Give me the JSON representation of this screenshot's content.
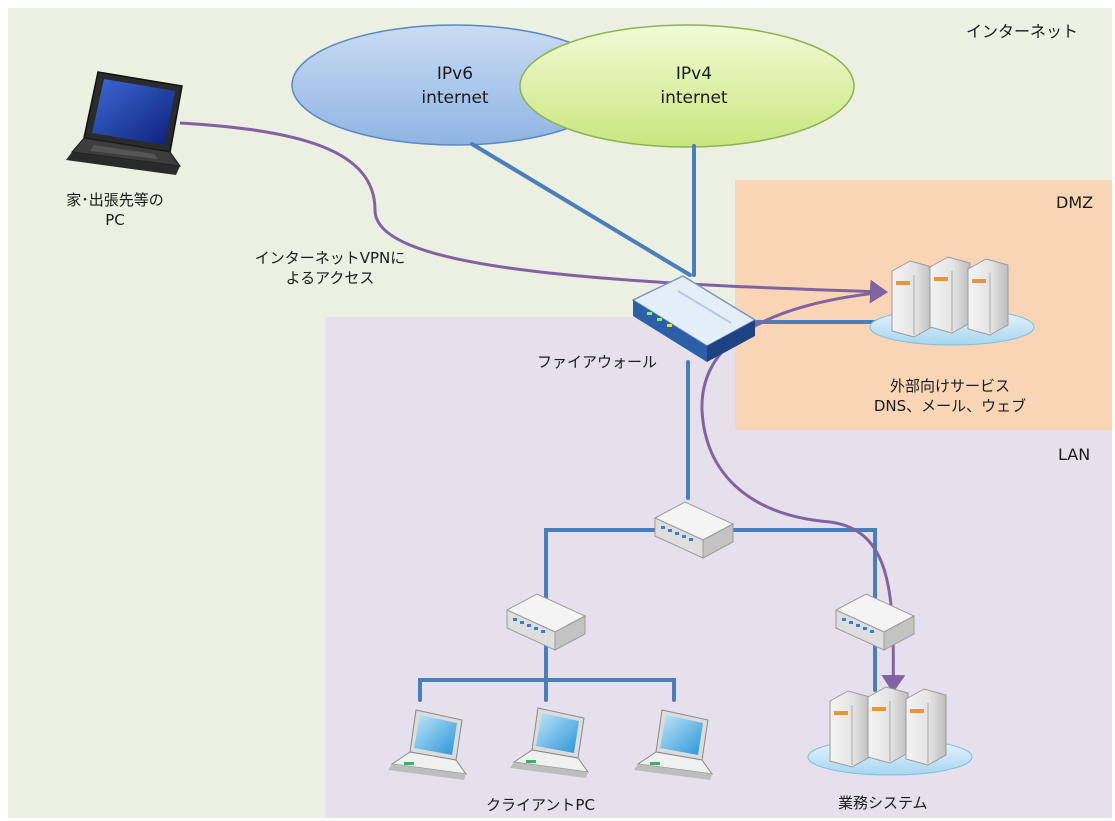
{
  "zones": {
    "internet": "インターネット",
    "dmz": "DMZ",
    "lan": "LAN"
  },
  "clouds": {
    "ipv6": {
      "line1": "IPv6",
      "line2": "internet"
    },
    "ipv4": {
      "line1": "IPv4",
      "line2": "internet"
    }
  },
  "labels": {
    "remote_pc": {
      "line1": "家･出張先等の",
      "line2": "PC"
    },
    "vpn": {
      "line1": "インターネットVPNに",
      "line2": "よるアクセス"
    },
    "firewall": "ファイアウォール",
    "external_services": {
      "line1": "外部向けサービス",
      "line2": "DNS、メール、ウェブ"
    },
    "client_pcs": "クライアントPC",
    "business_system": "業務システム"
  },
  "colors": {
    "internet_bg": "#ecf0e2",
    "dmz_bg": "#fad5b5",
    "lan_bg": "#e5e0ec",
    "link": "#4a7ebb",
    "vpn_path": "#8064a2",
    "ipv6_fill": "#9fc0e8",
    "ipv4_fill": "#d7ee9a"
  },
  "icons": {
    "remote_pc": "laptop-icon",
    "firewall": "firewall-icon",
    "dmz_servers": "server-cluster-icon",
    "core_switch": "switch-icon",
    "left_switch": "switch-icon",
    "right_switch": "switch-icon",
    "clients": "laptop-icon",
    "business_servers": "server-cluster-icon"
  }
}
